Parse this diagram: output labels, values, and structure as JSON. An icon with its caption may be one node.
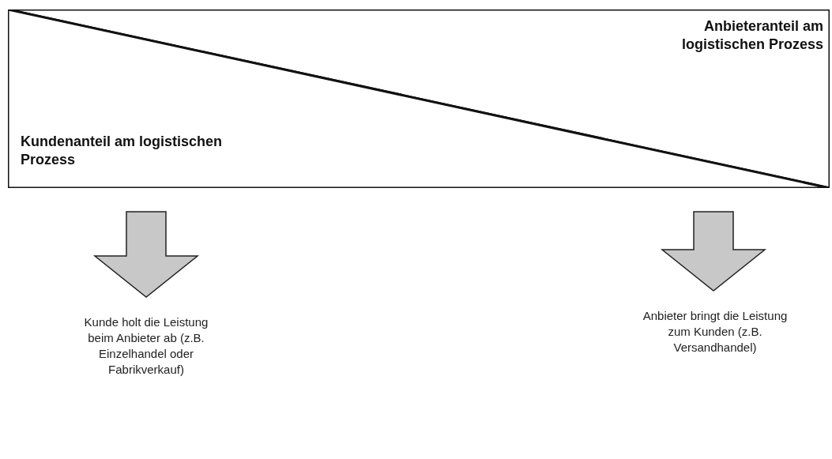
{
  "diagram": {
    "nodes": [
      {
        "text": [
          "Anbieteranteil am logistischen Prozess"
        ]
      },
      {
        "text": [
          "Kundenanteil am logistischen Prozess"
        ]
      },
      {
        "text": [
          "Kunde holt die Leistung beim Anbieter ab (z.B. Einzelhandel oder Fabrikverkauf)"
        ]
      },
      {
        "text": [
          "Anbieter bringt die Leistung zum Kunden (z.B. Versandhandel)"
        ]
      }
    ],
    "edges": [
      {
        "from": 1,
        "to": 2,
        "arrow": "to",
        "style": "thick"
      },
      {
        "from": 0,
        "to": 3,
        "arrow": "to",
        "style": "thick"
      }
    ]
  }
}
